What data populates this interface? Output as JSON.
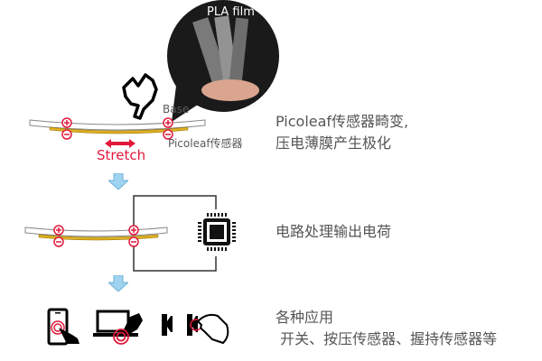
{
  "step1": {
    "film_label": "PLA film",
    "base_label": "Base",
    "sensor_label": "Picoleaf传感器",
    "stretch_label": "Stretch",
    "description_lines": [
      "Picoleaf传感器畸变,",
      "压电薄膜产生极化"
    ]
  },
  "step2": {
    "description": "电路处理输出电荷"
  },
  "step3": {
    "description_lines": [
      "各种应用",
      " 开关、按压传感器、握持传感器等"
    ]
  },
  "icons": {
    "flow_arrow": "down-arrow-icon",
    "positive": "plus-circle-icon",
    "negative": "minus-circle-icon",
    "chip": "microchip-icon",
    "hand": "pointing-hand-icon",
    "phone": "smartphone-touch-icon",
    "laptop": "laptop-touch-icon",
    "grip": "grip-sensor-icon"
  },
  "colors": {
    "text": "#555555",
    "accent_red": "#e0193b",
    "sensor_yellow": "#e0b020",
    "arrow_blue": "#9fd4f0",
    "circuit_line": "#333333"
  }
}
